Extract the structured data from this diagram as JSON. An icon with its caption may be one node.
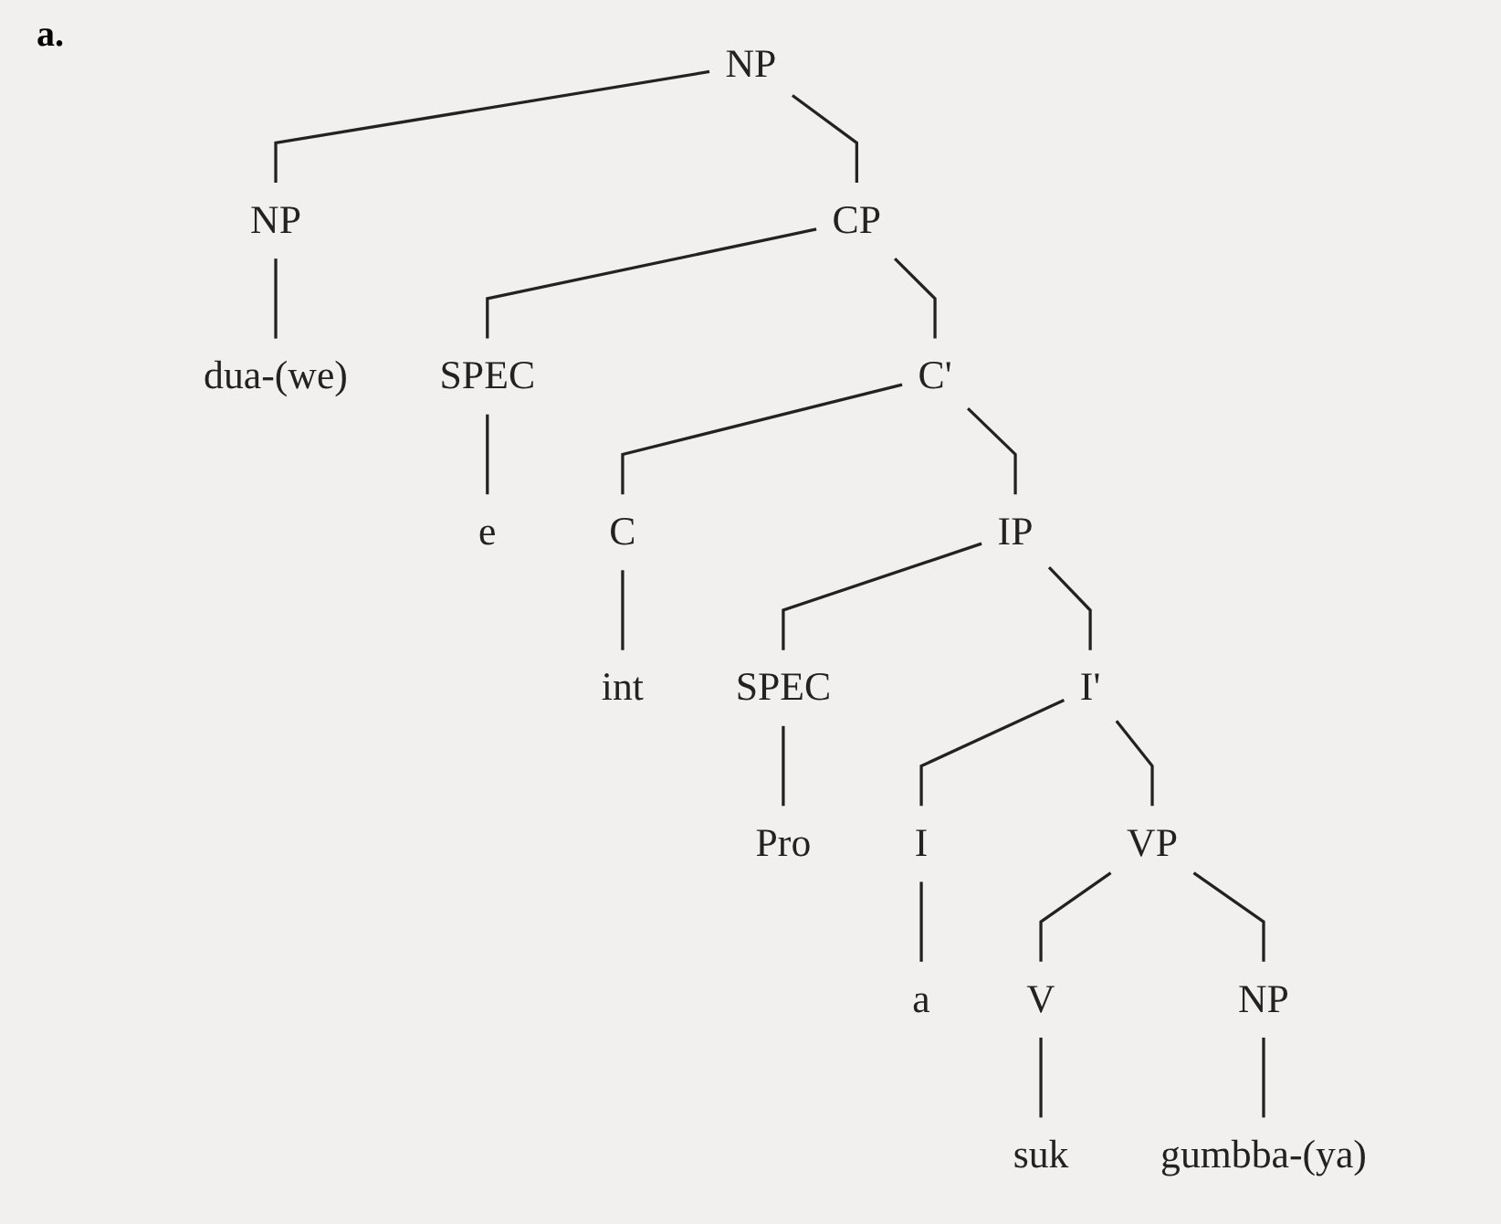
{
  "diagram": {
    "nodes": [
      {
        "text": [
          "NP"
        ]
      },
      {
        "text": [
          "NP"
        ]
      },
      {
        "text": [
          "CP"
        ]
      },
      {
        "text": [
          "dua-(we)"
        ]
      },
      {
        "text": [
          "SPEC"
        ]
      },
      {
        "text": [
          "C'"
        ]
      },
      {
        "text": [
          "e"
        ]
      },
      {
        "text": [
          "C"
        ]
      },
      {
        "text": [
          "IP"
        ]
      },
      {
        "text": [
          "int"
        ]
      },
      {
        "text": [
          "SPEC"
        ]
      },
      {
        "text": [
          "I'"
        ]
      },
      {
        "text": [
          "Pro"
        ]
      },
      {
        "text": [
          "I"
        ]
      },
      {
        "text": [
          "VP"
        ]
      },
      {
        "text": [
          "a"
        ]
      },
      {
        "text": [
          "V"
        ]
      },
      {
        "text": [
          "NP"
        ]
      },
      {
        "text": [
          "suk"
        ]
      },
      {
        "text": [
          "gumbba-(ya)"
        ]
      }
    ],
    "edges": [
      {
        "from": 0,
        "to": 1,
        "arrow": "none"
      },
      {
        "from": 0,
        "to": 2,
        "arrow": "none"
      },
      {
        "from": 1,
        "to": 3,
        "arrow": "none"
      },
      {
        "from": 2,
        "to": 4,
        "arrow": "none"
      },
      {
        "from": 2,
        "to": 5,
        "arrow": "none"
      },
      {
        "from": 4,
        "to": 6,
        "arrow": "none"
      },
      {
        "from": 5,
        "to": 7,
        "arrow": "none"
      },
      {
        "from": 5,
        "to": 8,
        "arrow": "none"
      },
      {
        "from": 7,
        "to": 9,
        "arrow": "none"
      },
      {
        "from": 8,
        "to": 10,
        "arrow": "none"
      },
      {
        "from": 8,
        "to": 11,
        "arrow": "none"
      },
      {
        "from": 10,
        "to": 12,
        "arrow": "none"
      },
      {
        "from": 11,
        "to": 13,
        "arrow": "none"
      },
      {
        "from": 11,
        "to": 14,
        "arrow": "none"
      },
      {
        "from": 13,
        "to": 15,
        "arrow": "none"
      },
      {
        "from": 14,
        "to": 16,
        "arrow": "none"
      },
      {
        "from": 14,
        "to": 17,
        "arrow": "none"
      },
      {
        "from": 16,
        "to": 18,
        "arrow": "none"
      },
      {
        "from": 17,
        "to": 19,
        "arrow": "none"
      }
    ],
    "labels": [
      "a."
    ]
  }
}
